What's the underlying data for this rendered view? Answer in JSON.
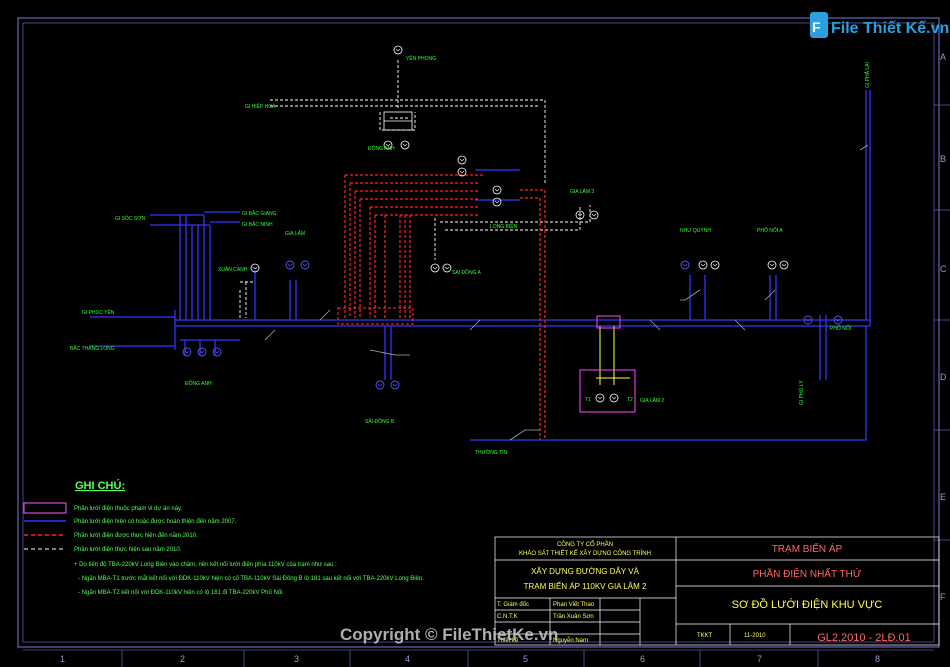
{
  "watermark": {
    "logo_text": "File Thiết Kế.vn",
    "copyright": "Copyright © FileThietKe.vn"
  },
  "border": {
    "columns": [
      "1",
      "2",
      "3",
      "4",
      "5",
      "6",
      "7",
      "8"
    ],
    "rows": [
      "A",
      "B",
      "C",
      "D",
      "E",
      "F"
    ]
  },
  "stations": {
    "yen_phong": "YÊN PHONG",
    "dong_anh_top": "ĐÔNG ANH",
    "gi_hiep_hoa": "GI HIỆP HOÀ",
    "gia_lam_3": "GIA LÂM 3",
    "long_bien": "LONG BIÊN",
    "sai_dong_a": "SÀI ĐỒNG A",
    "gi_soc_son": "GI SÓC SƠN",
    "gi_bac_giang": "GI BẮC GIANG",
    "gi_bac_ninh": "GI BẮC NINH",
    "gia_lam": "GIA LÂM",
    "xuan_canh": "XUÂN CANH",
    "gi_phuc_yen": "GI PHÚC YÊN",
    "bac_thang_long": "BẮC THĂNG LONG",
    "dong_anh_bottom": "ĐÔNG ANH",
    "sai_dong_b": "SÀI ĐỒNG B",
    "nhu_quynh": "NHƯ QUỲNH",
    "pho_noi_a": "PHỐ NỐI A",
    "pho_noi": "PHỐ NỐI",
    "gi_pha_lai": "GI PHẢ LẠI",
    "gia_lam_2": "GIA LÂM 2",
    "t1": "T1",
    "t2": "T2",
    "thuong_tin": "THƯỜNG TÍN",
    "gi_phu_ly": "GI PHỦ LÝ"
  },
  "notes": {
    "title": "GHI CHÚ:",
    "legend": [
      {
        "text": "Phần lưới điện thuộc phạm vi dự án này.",
        "color": "#ff55ff",
        "style": "box"
      },
      {
        "text": "Phần lưới điện hiện có hoặc được hoàn thiện đến năm 2007.",
        "color": "#3333ff",
        "style": "solid"
      },
      {
        "text": "Phần lưới điện được thực hiện đến năm 2010.",
        "color": "#ff2222",
        "style": "dashed"
      },
      {
        "text": "Phần lưới điện thực hiện sau năm 2010.",
        "color": "#ffffff",
        "style": "dashed"
      }
    ],
    "remarks": [
      "+ Do tiến độ TBA-220kV Long Biên vào chậm, nên kết nối lưới điện phía 110kV của trạm như sau :",
      "- Ngăn MBA-T1 trước mắt kết nối với ĐDK-110kV hiện có cố TBA-110kV Sài Đồng B lộ 181 sau kết nối với TBA-220kV Long Biên.",
      "- Ngăn MBA-T2 kết nối với ĐDK-110kV hiện có lộ 181 đi TBA-220kV Phố Nối."
    ]
  },
  "title_block": {
    "company_1": "CÔNG TY CỔ PHẦN",
    "company_2": "KHẢO SÁT THIẾT KẾ XÂY DỰNG CÔNG TRÌNH",
    "project_1": "XÂY DỰNG ĐƯỜNG DÂY VÀ",
    "project_2": "TRẠM BIẾN ÁP 110KV GIA LÂM 2",
    "part_1": "TRẠM BIẾN ÁP",
    "part_2": "PHẦN ĐIỆN NHẤT THỨ",
    "drawing_title": "SƠ ĐỒ LƯỚI ĐIỆN KHU VỰC",
    "rows": [
      {
        "role": "T. Giám đốc",
        "name": "Phan Viết Thao"
      },
      {
        "role": "C.N.T.K",
        "name": "Trần Xuân Sơn"
      },
      {
        "role": "",
        "name": ""
      },
      {
        "role": "Thiết kế",
        "name": "Nguyễn Nam"
      }
    ],
    "stage": "TKKT",
    "date": "11-2010",
    "drawing_no": "GL2.2010 - 2LĐ.01"
  }
}
